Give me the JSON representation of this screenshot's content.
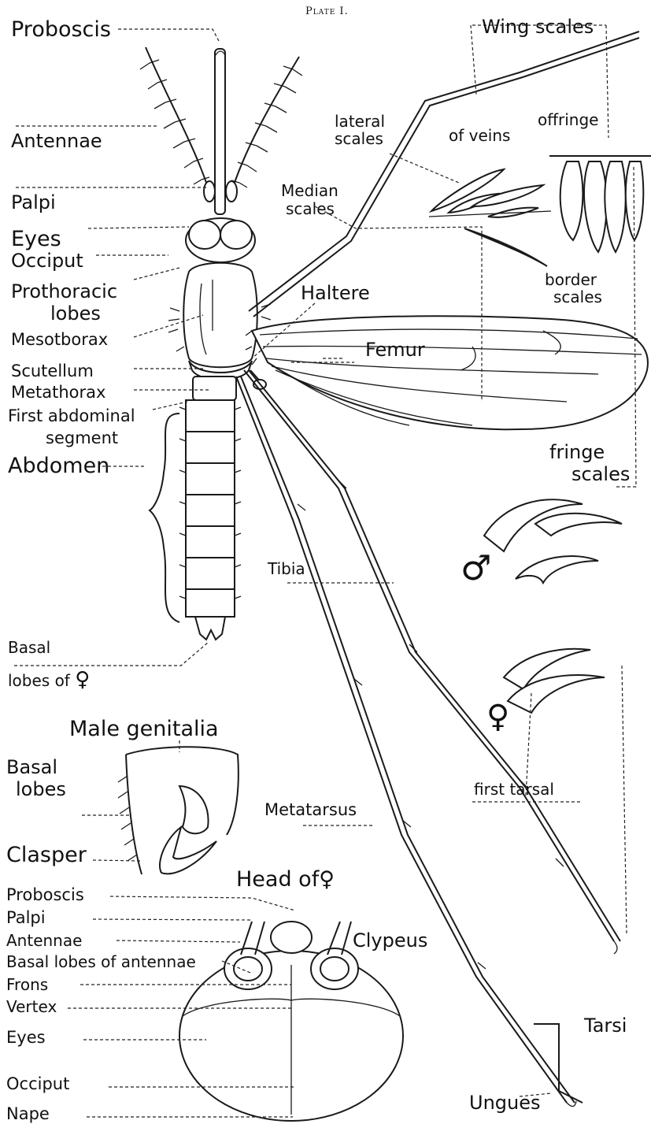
{
  "plate_title": "Plate I.",
  "labels": {
    "proboscis": "Proboscis",
    "antennae": "Antennae",
    "palpi": "Palpi",
    "eyes": "Eyes",
    "occiput": "Occiput",
    "prothoracic_1": "Prothoracic",
    "prothoracic_2": "lobes",
    "mesothorax": "Mesotborax",
    "scutellum": "Scutellum",
    "metathorax": "Metathorax",
    "first_abd_1": "First abdominal",
    "first_abd_2": "segment",
    "abdomen": "Abdomen",
    "basal_1": "Basal",
    "basal_2": "lobes of",
    "wing_scales": "Wing scales",
    "of_veins": "of veins",
    "of_fringe": "offringe",
    "lateral_1": "lateral",
    "lateral_2": "scales",
    "median_1": "Median",
    "median_2": "scales",
    "border_1": "border",
    "border_2": "scales",
    "haltere": "Haltere",
    "fringe_1": "fringe",
    "fringe_2": "scales",
    "femur": "Femur",
    "tibia": "Tibia",
    "metatarsus": "Metatarsus",
    "first_tarsal": "first tarsal",
    "tarsi": "Tarsi",
    "ungues": "Ungues",
    "male_symbol": "♂",
    "female_symbol": "♀",
    "female_symbol_basal": "♀"
  },
  "male_genitalia": {
    "title": "Male genitalia",
    "basal_1": "Basal",
    "basal_2": "lobes",
    "clasper": "Clasper"
  },
  "head": {
    "title": "Head of",
    "title_symbol": "♀",
    "proboscis": "Proboscis",
    "palpi": "Palpi",
    "antennae": "Antennae",
    "basal_lobes": "Basal lobes of antennae",
    "frons": "Frons",
    "vertex": "Vertex",
    "eyes": "Eyes",
    "occiput": "Occiput",
    "nape": "Nape",
    "clypeus": "Clypeus"
  }
}
